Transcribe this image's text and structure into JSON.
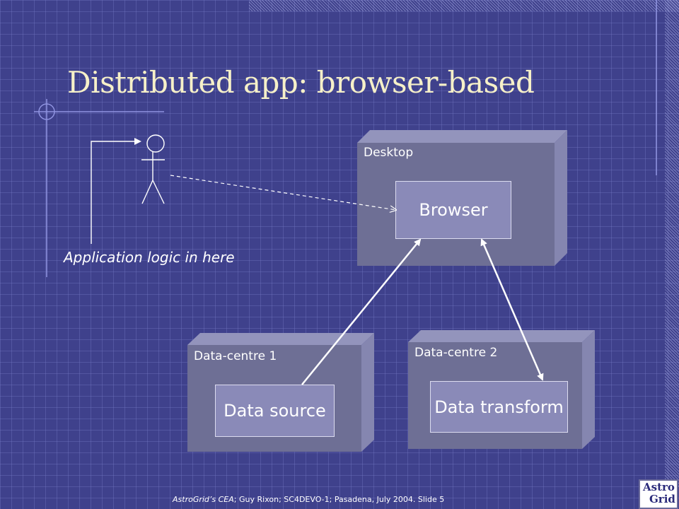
{
  "slide": {
    "title": "Distributed app: browser-based",
    "footer_italic": "AstroGrid’s CEA",
    "footer_rest": "; Guy Rixon; SC4DEVO-1; Pasadena, July 2004. Slide 5"
  },
  "diagram": {
    "actor_note": "Application logic in here",
    "nodes": [
      {
        "label": "Desktop",
        "component": "Browser"
      },
      {
        "label": "Data-centre 1",
        "component": "Data source"
      },
      {
        "label": "Data-centre 2",
        "component": "Data transform"
      }
    ]
  },
  "logo": {
    "line1": "Astro",
    "line2": "Grid"
  },
  "colors": {
    "background": "#3f418c",
    "title": "#f6f0c8",
    "node_face": "#6e6f95",
    "component": "#8a8ab8"
  }
}
